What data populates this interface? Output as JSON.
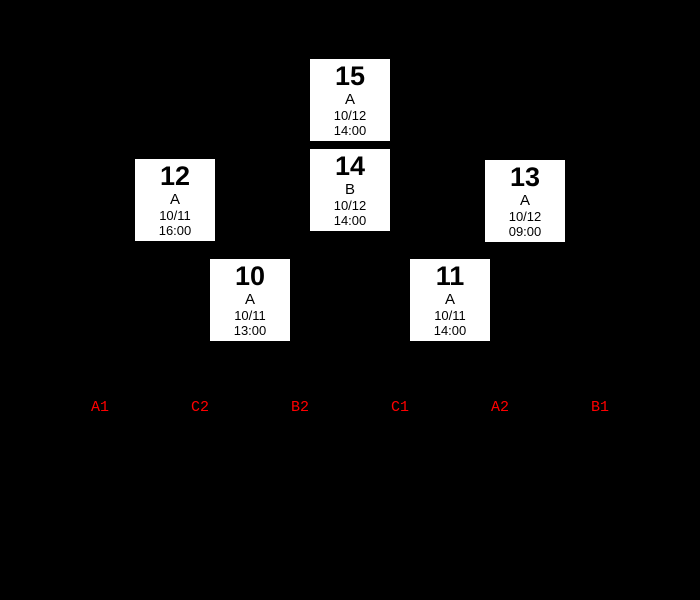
{
  "colors": {
    "background": "#000000",
    "match_box_fill": "#ffffff",
    "match_text": "#000000",
    "seed_label": "#ff0000"
  },
  "bracket": {
    "matches": [
      {
        "number": "10",
        "group": "A",
        "date": "10/11",
        "time": "13:00"
      },
      {
        "number": "11",
        "group": "A",
        "date": "10/11",
        "time": "14:00"
      },
      {
        "number": "12",
        "group": "A",
        "date": "10/11",
        "time": "16:00"
      },
      {
        "number": "13",
        "group": "A",
        "date": "10/12",
        "time": "09:00"
      },
      {
        "number": "14",
        "group": "B",
        "date": "10/12",
        "time": "14:00"
      },
      {
        "number": "15",
        "group": "A",
        "date": "10/12",
        "time": "14:00"
      }
    ],
    "seeds": [
      {
        "label": "A1"
      },
      {
        "label": "C2"
      },
      {
        "label": "B2"
      },
      {
        "label": "C1"
      },
      {
        "label": "A2"
      },
      {
        "label": "B1"
      }
    ]
  }
}
